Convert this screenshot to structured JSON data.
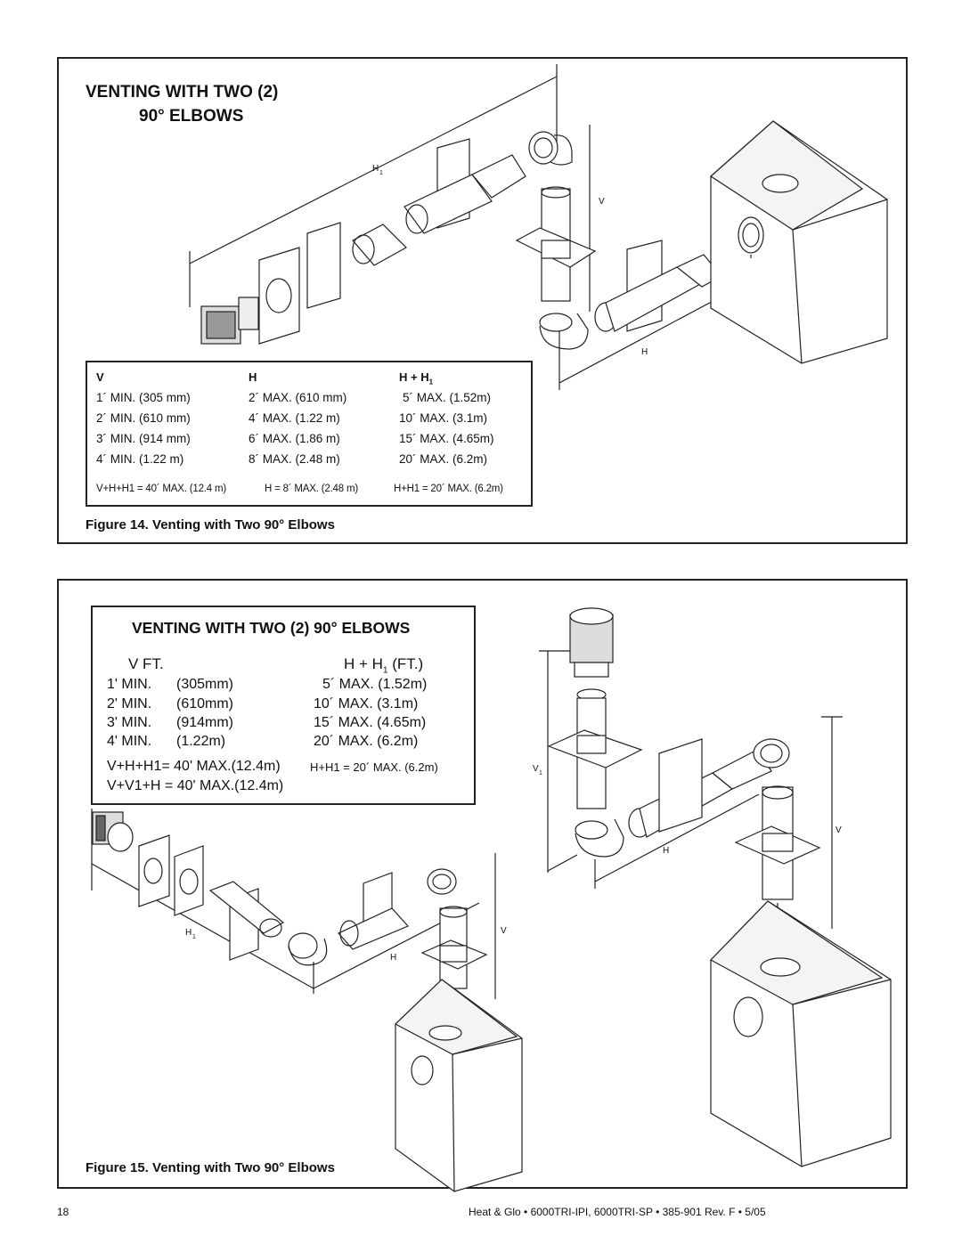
{
  "figure14": {
    "title_line1": "VENTING WITH TWO (2)",
    "title_line2": "90° ELBOWS",
    "dim_labels": {
      "h1": "H",
      "h1_sub": "1",
      "v": "V",
      "h": "H"
    },
    "table": {
      "headers": [
        "V",
        "H",
        "H + H"
      ],
      "header_sub": "1",
      "rows": [
        [
          "1´ MIN. (305 mm)",
          "2´ MAX. (610 mm)",
          "5´ MAX. (1.52m)"
        ],
        [
          "2´ MIN. (610 mm)",
          "4´ MAX. (1.22 m)",
          "10´ MAX. (3.1m)"
        ],
        [
          "3´ MIN. (914 mm)",
          "6´ MAX. (1.86 m)",
          "15´ MAX. (4.65m)"
        ],
        [
          "4´ MIN. (1.22 m)",
          "8´ MAX. (2.48 m)",
          "20´ MAX. (6.2m)"
        ]
      ],
      "totals": [
        "V+H+H1 = 40´ MAX. (12.4 m)",
        "H = 8´ MAX. (2.48 m)",
        "H+H1 = 20´ MAX. (6.2m)"
      ]
    },
    "caption": "Figure 14.  Venting with Two 90° Elbows"
  },
  "figure15": {
    "table": {
      "title": "VENTING WITH TWO (2) 90° ELBOWS",
      "header_left": "V FT.",
      "header_right": "H + H",
      "header_right_sub": "1",
      "header_right_tail": " (FT.)",
      "rows": [
        [
          "1' MIN.",
          "(305mm)",
          "5´ MAX. (1.52m)"
        ],
        [
          "2' MIN.",
          "(610mm)",
          "10´ MAX. (3.1m)"
        ],
        [
          "3' MIN.",
          "(914mm)",
          "15´ MAX. (4.65m)"
        ],
        [
          "4' MIN.",
          "(1.22m)",
          "20´ MAX. (6.2m)"
        ]
      ],
      "total1": "V+H+H1= 40' MAX.(12.4m)",
      "total1_right": "H+H1 = 20´ MAX. (6.2m)",
      "total2": "V+V1+H = 40' MAX.(12.4m)"
    },
    "dim_labels": {
      "v1": "V",
      "v1_sub": "1",
      "v_right": "V",
      "h_right": "H",
      "h1": "H",
      "h1_sub": "1",
      "v_left": "V",
      "h_left": "H"
    },
    "caption": "Figure 15.  Venting with Two 90° Elbows"
  },
  "footer": {
    "page_number": "18",
    "doc_info": "Heat & Glo  •  6000TRI-IPI, 6000TRI-SP  •  385-901  Rev. F  •  5/05"
  }
}
